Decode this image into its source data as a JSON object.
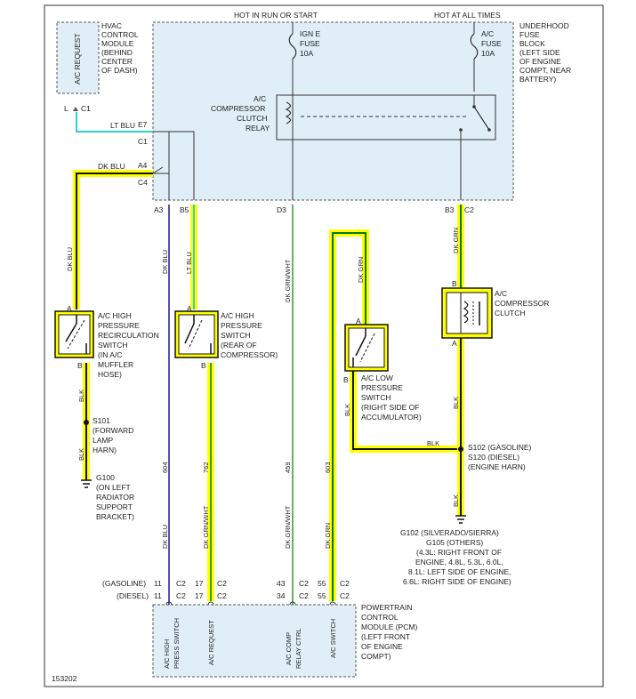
{
  "figure_id": "153202",
  "headers": {
    "hot_run_start": "HOT IN RUN OR START",
    "hot_all_times": "HOT AT ALL TIMES"
  },
  "hvac_module": {
    "lines": [
      "HVAC",
      "CONTROL",
      "MODULE",
      "(BEHIND",
      "CENTER",
      "OF DASH)"
    ],
    "pin_label": "A/C REQUEST",
    "connector": "C1",
    "pin": "L"
  },
  "fuse_block": {
    "lines": [
      "UNDERHOOD",
      "FUSE",
      "BLOCK",
      "(LEFT SIDE",
      "OF ENGINE",
      "COMPT, NEAR",
      "BATTERY)"
    ],
    "fuse1": [
      "IGN E",
      "FUSE",
      "10A"
    ],
    "fuse2": [
      "A/C",
      "FUSE",
      "10A"
    ],
    "relay": [
      "A/C",
      "COMPRESSOR",
      "CLUTCH",
      "RELAY"
    ],
    "pins": {
      "e7": "E7",
      "c1": "C1",
      "a4": "A4",
      "c4": "C4",
      "a3": "A3",
      "b5": "B5",
      "d3": "D3",
      "b3": "B3",
      "c2": "C2"
    }
  },
  "wire_labels": {
    "lt_blu": "LT BLU",
    "dk_blu": "DK BLU",
    "blk": "BLK",
    "dk_grn": "DK GRN",
    "dk_grn_wht": "DK GRN/WHT",
    "w604": "604",
    "w762": "762",
    "w459": "459",
    "w603": "603"
  },
  "components": {
    "high_recirc": {
      "lines": [
        "A/C HIGH",
        "PRESSURE",
        "RECIRCULATION",
        "SWITCH",
        "(IN A/C",
        "MUFFLER",
        "HOSE)"
      ],
      "a": "A",
      "b": "B"
    },
    "high_rear": {
      "lines": [
        "A/C HIGH",
        "PRESSURE",
        "SWITCH",
        "(REAR OF",
        "COMPRESSOR)"
      ],
      "a": "A",
      "b": "B"
    },
    "low": {
      "lines": [
        "A/C LOW",
        "PRESSURE",
        "SWITCH",
        "(RIGHT SIDE OF",
        "ACCUMULATOR)"
      ],
      "a": "A",
      "b": "B"
    },
    "clutch": {
      "lines": [
        "A/C",
        "COMPRESSOR",
        "CLUTCH"
      ],
      "a": "A",
      "b": "B"
    }
  },
  "splices": {
    "s101": [
      "S101",
      "(FORWARD",
      "LAMP",
      "HARN)"
    ],
    "s102": [
      "S102 (GASOLINE)",
      "S120 (DIESEL)",
      "(ENGINE HARN)"
    ]
  },
  "grounds": {
    "g100": [
      "G100",
      "(ON LEFT",
      "RADIATOR",
      "SUPPORT",
      "BRACKET)"
    ],
    "g102": [
      "G102 (SILVERADO/SIERRA)",
      "G105 (OTHERS)",
      "(4.3L: RIGHT FRONT OF",
      "ENGINE, 4.8L, 5.3L, 6.0L,",
      "8.1L: LEFT SIDE OF ENGINE,",
      "6.6L: RIGHT SIDE OF ENGINE)"
    ]
  },
  "pcm_rows": {
    "gasoline": "(GASOLINE)",
    "diesel": "(DIESEL)",
    "gas_pins": [
      "11",
      "17",
      "43",
      "55"
    ],
    "dsl_pins": [
      "11",
      "17",
      "34",
      "55"
    ],
    "conn": "C2"
  },
  "pcm": {
    "lines": [
      "POWERTRAIN",
      "CONTROL",
      "MODULE (PCM)",
      "(LEFT FRONT",
      "OF ENGINE",
      "COMPT)"
    ],
    "pins": [
      [
        "A/C HIGH",
        "PRESS SWITCH"
      ],
      [
        "A/C REQUEST"
      ],
      [
        "A/C COMP",
        "RELAY CTRL"
      ],
      [
        "A/C SWITCH"
      ]
    ]
  },
  "colors": {
    "fill": "#e0eef7",
    "highlight": "#ffff00",
    "dk_grn": "#007a00",
    "lt_blu": "#33cccc",
    "dk_blu": "#1a1a8c",
    "blk": "#111111",
    "grn_wht": "#339933"
  }
}
